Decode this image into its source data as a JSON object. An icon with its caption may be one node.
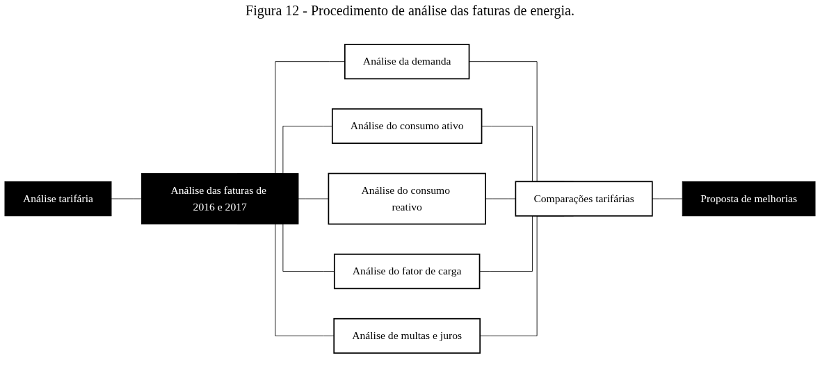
{
  "diagram": {
    "title": "Figura 12 - Procedimento de análise das faturas de energia.",
    "nodes": [
      {
        "text": [
          "Análise tarifária"
        ]
      },
      {
        "text": [
          "Análise das faturas de 2016 e 2017"
        ]
      },
      {
        "text": [
          "Análise da demanda"
        ]
      },
      {
        "text": [
          "Análise do consumo ativo"
        ]
      },
      {
        "text": [
          "Análise do consumo reativo"
        ]
      },
      {
        "text": [
          "Análise do fator de carga"
        ]
      },
      {
        "text": [
          "Análise de multas e juros"
        ]
      },
      {
        "text": [
          "Comparações tarifárias"
        ]
      },
      {
        "text": [
          "Proposta de melhorias"
        ]
      }
    ],
    "edges": [
      {
        "from": 0,
        "to": 1,
        "arrow": "none"
      },
      {
        "from": 1,
        "to": 2,
        "arrow": "none"
      },
      {
        "from": 1,
        "to": 3,
        "arrow": "none"
      },
      {
        "from": 1,
        "to": 4,
        "arrow": "none"
      },
      {
        "from": 1,
        "to": 5,
        "arrow": "none"
      },
      {
        "from": 1,
        "to": 6,
        "arrow": "none"
      },
      {
        "from": 2,
        "to": 7,
        "arrow": "none"
      },
      {
        "from": 3,
        "to": 7,
        "arrow": "none"
      },
      {
        "from": 4,
        "to": 7,
        "arrow": "none"
      },
      {
        "from": 5,
        "to": 7,
        "arrow": "none"
      },
      {
        "from": 6,
        "to": 7,
        "arrow": "none"
      },
      {
        "from": 7,
        "to": 8,
        "arrow": "none"
      }
    ]
  }
}
